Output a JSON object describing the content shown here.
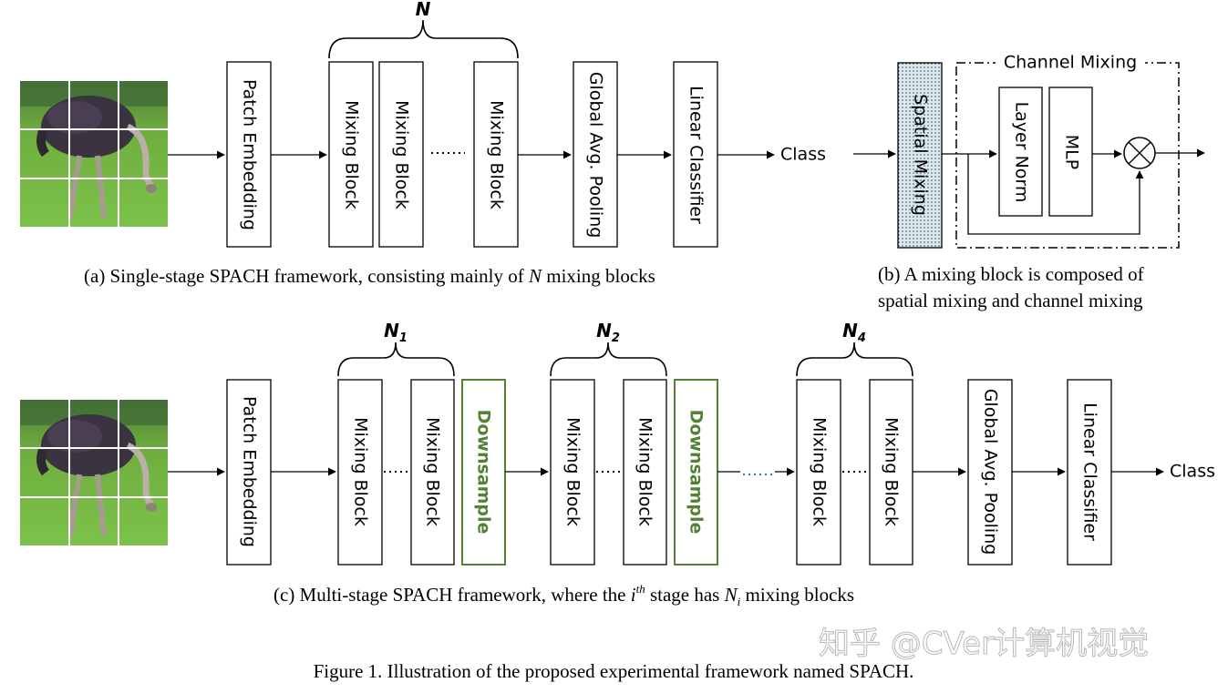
{
  "panel_a": {
    "patch_embedding": "Patch Embedding",
    "mixing_block": "Mixing Block",
    "global_pool": "Global Avg. Pooling",
    "linear_classifier": "Linear Classifier",
    "class_label": "Class",
    "n_label": "N",
    "caption_prefix": "(a) Single-stage SPACH framework, consisting mainly of ",
    "caption_var": "N",
    "caption_suffix": " mixing blocks"
  },
  "panel_b": {
    "spatial_mixing": "Spatial Mixing",
    "channel_mixing": "Channel Mixing",
    "layer_norm": "Layer Norm",
    "mlp": "MLP",
    "caption_line1": "(b) A mixing block is composed of",
    "caption_line2": "spatial mixing and channel mixing"
  },
  "panel_c": {
    "patch_embedding": "Patch Embedding",
    "mixing_block": "Mixing Block",
    "downsample": "Downsample",
    "global_pool": "Global Avg. Pooling",
    "linear_classifier": "Linear Classifier",
    "class_label": "Class",
    "n1_base": "N",
    "n1_sub": "1",
    "n2_base": "N",
    "n2_sub": "2",
    "n4_base": "N",
    "n4_sub": "4",
    "caption_prefix": "(c) Multi-stage SPACH framework, where the ",
    "caption_i": "i",
    "caption_th": "th",
    "caption_mid": " stage has ",
    "caption_N": "N",
    "caption_Ni": "i",
    "caption_suffix": " mixing blocks"
  },
  "figure_caption": "Figure 1. Illustration of the proposed experimental framework named SPACH.",
  "watermark": "知乎 @CVer计算机视觉",
  "colors": {
    "downsample_green": "#538135",
    "dots_blue": "#2e75b6",
    "grass": "#6fae3e",
    "ostrich": "#3b3340"
  }
}
